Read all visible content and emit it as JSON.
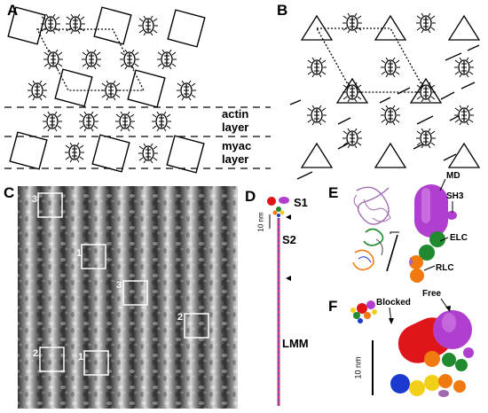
{
  "panels": {
    "a": {
      "letter": "A",
      "actin_label": "actin",
      "layer1": "layer",
      "myac_label": "myac",
      "layer2": "layer"
    },
    "b": {
      "letter": "B"
    },
    "c": {
      "letter": "C",
      "box_labels": [
        "3",
        "1",
        "3",
        "2",
        "2",
        "1"
      ]
    },
    "d": {
      "letter": "D",
      "s1": "S1",
      "s2": "S2",
      "lmm": "LMM",
      "scale": "10 nm"
    },
    "e": {
      "letter": "E",
      "md": "MD",
      "sh3": "SH3",
      "elc": "ELC",
      "rlc": "RLC"
    },
    "f": {
      "letter": "F",
      "free": "Free",
      "blocked": "Blocked",
      "scale": "10 nm"
    }
  },
  "colors": {
    "md_purple": "#b03fd0",
    "elc_green": "#1f8a2e",
    "rlc_orange": "#f07a10",
    "blocked_red": "#e0151a",
    "blue": "#1a3ad0",
    "yellow": "#f2d01a",
    "ribbon_purple": "#a06ab0",
    "rod_pink": "#d03a7a",
    "rod_blue": "#3a5ad0"
  }
}
